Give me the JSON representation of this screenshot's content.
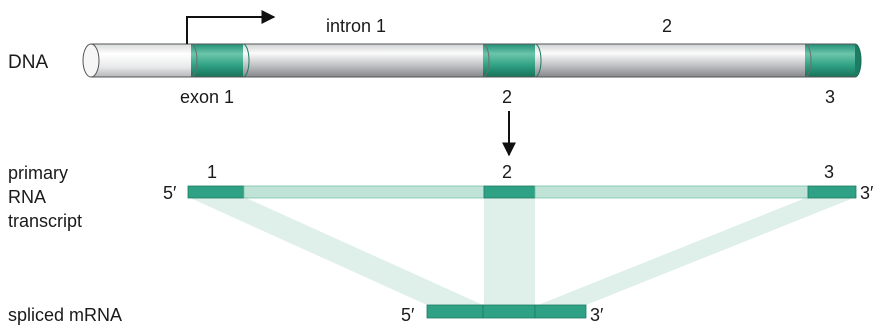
{
  "labels": {
    "dna": "DNA",
    "intron1": "intron 1",
    "intron2": "2",
    "exon1": "exon 1",
    "exon2": "2",
    "exon3": "3",
    "primary_line1": "primary",
    "primary_line2": "RNA",
    "primary_line3": "transcript",
    "rna_exon1": "1",
    "rna_exon2": "2",
    "rna_exon3": "3",
    "rna_5prime": "5′",
    "rna_3prime": "3′",
    "spliced": "spliced mRNA",
    "mrna_5prime": "5′",
    "mrna_3prime": "3′"
  },
  "colors": {
    "exon": "#2fa184",
    "exon_dark": "#1c7c64",
    "intron_rna": "#bfe3d7",
    "splice_shade": "#dff0ea",
    "dna_gray_light": "#f2f2f2",
    "dna_gray_dark": "#8a8c8e",
    "arrow": "#111111"
  }
}
